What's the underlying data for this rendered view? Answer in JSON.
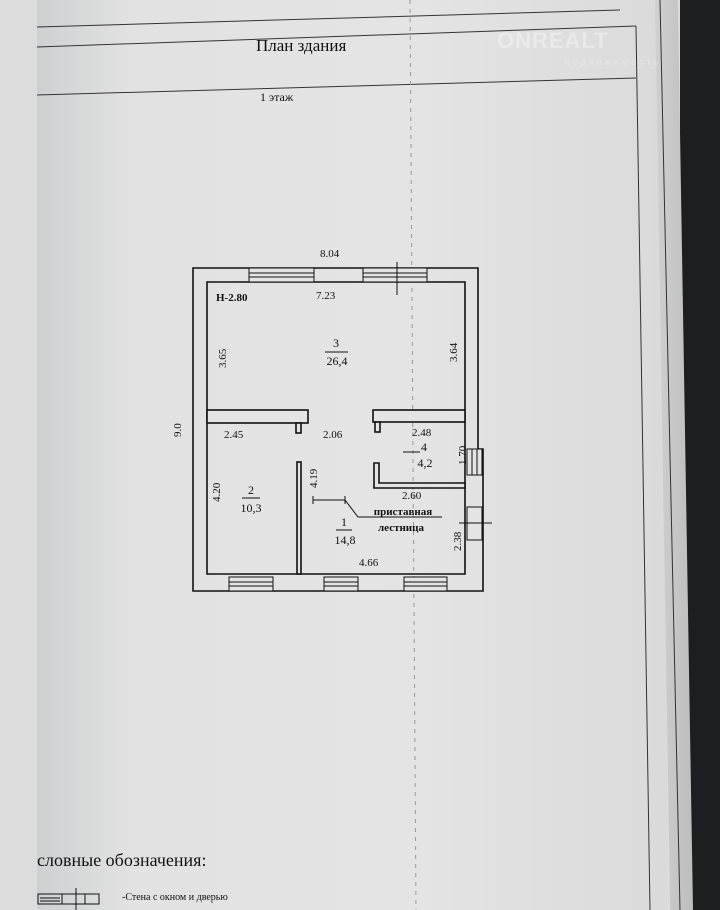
{
  "document": {
    "title": "План здания",
    "floor": "1 этаж",
    "legend_title": "словные обозначения:",
    "legend_items": [
      "-Стена с окном и дверью"
    ],
    "watermark": {
      "brand": "ONREALT",
      "tagline": "недвижимость"
    }
  },
  "plan": {
    "height_label": "Н-2.80",
    "dimensions": {
      "overall_width": "8.04",
      "overall_height": "9.0",
      "room3_width": "7.23",
      "room3_left": "3.65",
      "room3_right": "3.64",
      "room2_width": "2.45",
      "hall_opening": "2.06",
      "room4_width": "2.48",
      "room4_height": "1.70",
      "room2_height": "4.20",
      "room1_height": "4.19",
      "room4_bottom": "2.60",
      "room1_right": "2.38",
      "room1_width": "4.66"
    },
    "rooms": [
      {
        "number": "3",
        "area": "26,4"
      },
      {
        "number": "2",
        "area": "10,3"
      },
      {
        "number": "1",
        "area": "14,8"
      },
      {
        "number": "4",
        "area": "4,2"
      }
    ],
    "annotation": [
      "приставная",
      "лестница"
    ]
  }
}
